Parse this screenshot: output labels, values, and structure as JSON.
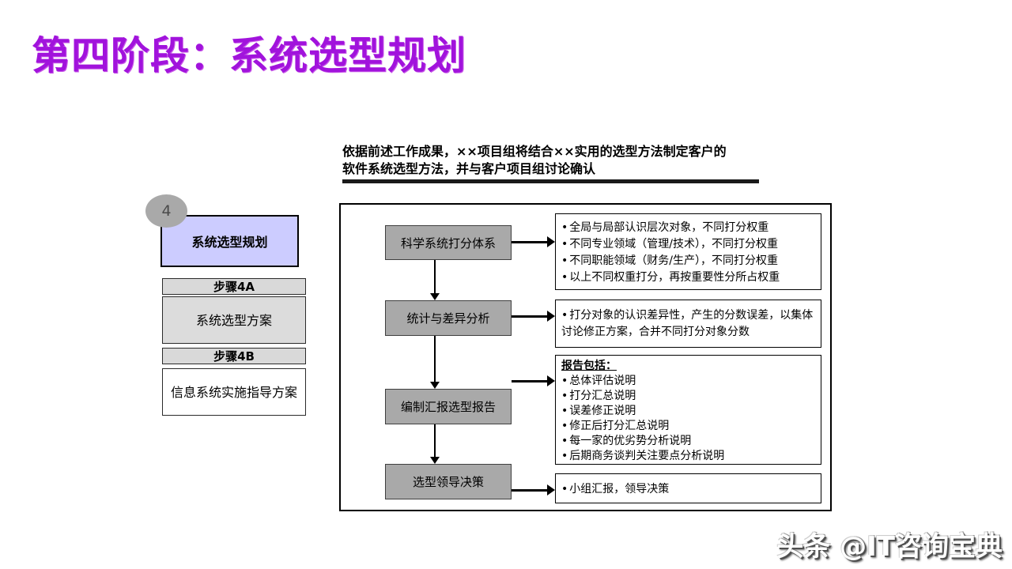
{
  "title": "第四阶段：系统选型规划",
  "intro": {
    "line1": "依据前述工作成果，××项目组将结合××实用的选型方法制定客户的",
    "line2": "软件系统选型方法，并与客户项目组讨论确认"
  },
  "left_panel": {
    "phase_number": "4",
    "phase_title": "系统选型规划",
    "step_a_label": "步骤4A",
    "step_a_box": "系统选型方案",
    "step_b_label": "步骤4B",
    "step_b_box": "信息系统实施指导方案"
  },
  "flow": {
    "nodes": [
      {
        "label": "科学系统打分体系",
        "details": {
          "bullets": [
            "全局与局部认识层次对象，不同打分权重",
            "不同专业领域（管理/技术），不同打分权重",
            "不同职能领域（财务/生产），不同打分权重",
            "以上不同权重打分，再按重要性分所占权重"
          ]
        }
      },
      {
        "label": "统计与差异分析",
        "details": {
          "bullets": [
            "打分对象的认识差异性，产生的分数误差，以集体讨论修正方案，合并不同打分对象分数"
          ]
        }
      },
      {
        "label": "编制汇报选型报告",
        "details": {
          "header": "报告包括：",
          "bullets": [
            "总体评估说明",
            "打分汇总说明",
            "误差修正说明",
            "修正后打分汇总说明",
            "每一家的优劣势分析说明",
            "后期商务谈判关注要点分析说明"
          ]
        }
      },
      {
        "label": "选型领导决策",
        "details": {
          "bullets": [
            "小组汇报，领导决策"
          ]
        }
      }
    ]
  },
  "watermark": "头条 @IT咨询宝典",
  "colors": {
    "title_accent": "#A113DC",
    "phase_box_fill": "#CCCCFF",
    "phase_circle_fill": "#A9A9A9",
    "flow_node_fill": "#A9A9A9",
    "step_bar_fill": "#D9D9D9",
    "step_box_a_fill": "#DCDCDC",
    "step_box_b_fill": "#FFFFFF"
  }
}
